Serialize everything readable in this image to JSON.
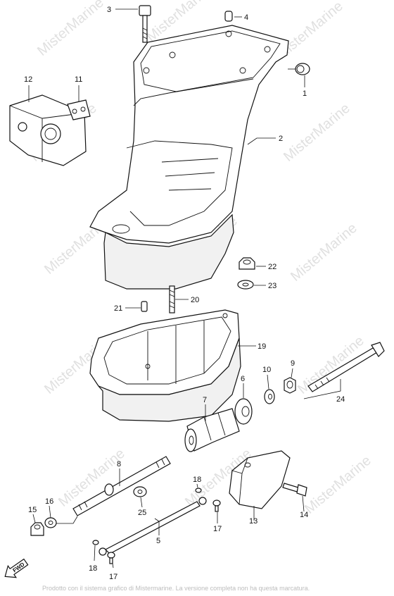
{
  "watermark": "MisterMarine",
  "footer_text": "Prodotto con il sistema grafico di Mistermarine. La versione completa non ha questa marcatura.",
  "fwd_label": "FWD",
  "callouts": {
    "p1": "1",
    "p2": "2",
    "p3": "3",
    "p4": "4",
    "p5": "5",
    "p6": "6",
    "p7": "7",
    "p8": "8",
    "p9": "9",
    "p10": "10",
    "p11": "11",
    "p12": "12",
    "p13": "13",
    "p14": "14",
    "p15": "15",
    "p16": "16",
    "p17a": "17",
    "p17b": "17",
    "p18a": "18",
    "p18b": "18",
    "p19": "19",
    "p20": "20",
    "p21": "21",
    "p22": "22",
    "p23": "23",
    "p24": "24",
    "p25": "25"
  }
}
